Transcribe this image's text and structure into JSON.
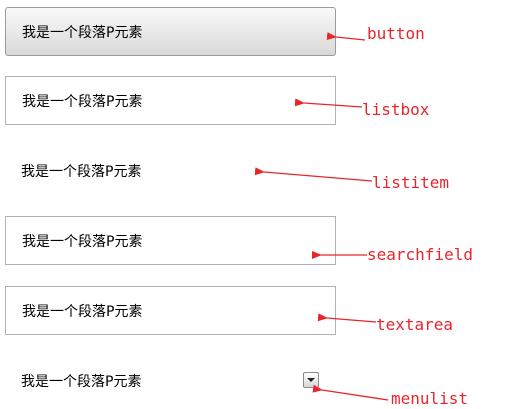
{
  "paragraph_text": "我是一个段落P元素",
  "labels": {
    "button": "button",
    "listbox": "listbox",
    "listitem": "listitem",
    "searchfield": "searchfield",
    "textarea": "textarea",
    "menulist": "menulist"
  },
  "annotation_color": "#e8252b",
  "icons": {
    "dropdown": "chevron-down-icon"
  }
}
